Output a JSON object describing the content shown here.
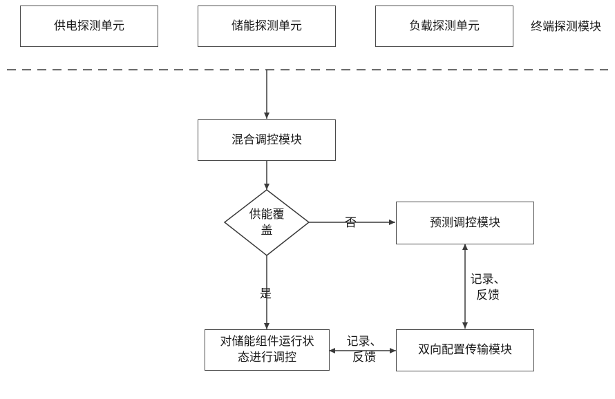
{
  "terminal_detection": {
    "units": [
      "供电探测单元",
      "储能探测单元",
      "负载探测单元"
    ],
    "module_label": "终端探测模块"
  },
  "hybrid_control": "混合调控模块",
  "decision": {
    "line1": "供能覆",
    "line2": "盖",
    "no": "否",
    "yes": "是"
  },
  "prediction_control": "预测调控模块",
  "storage_control": {
    "line1": "对储能组件运行状",
    "line2": "态进行调控"
  },
  "bidirectional": "双向配置传输模块",
  "feedback_vertical": {
    "line1": "记录、",
    "line2": "反馈"
  },
  "feedback_horizontal": {
    "line1": "记录、",
    "line2": "反馈"
  }
}
